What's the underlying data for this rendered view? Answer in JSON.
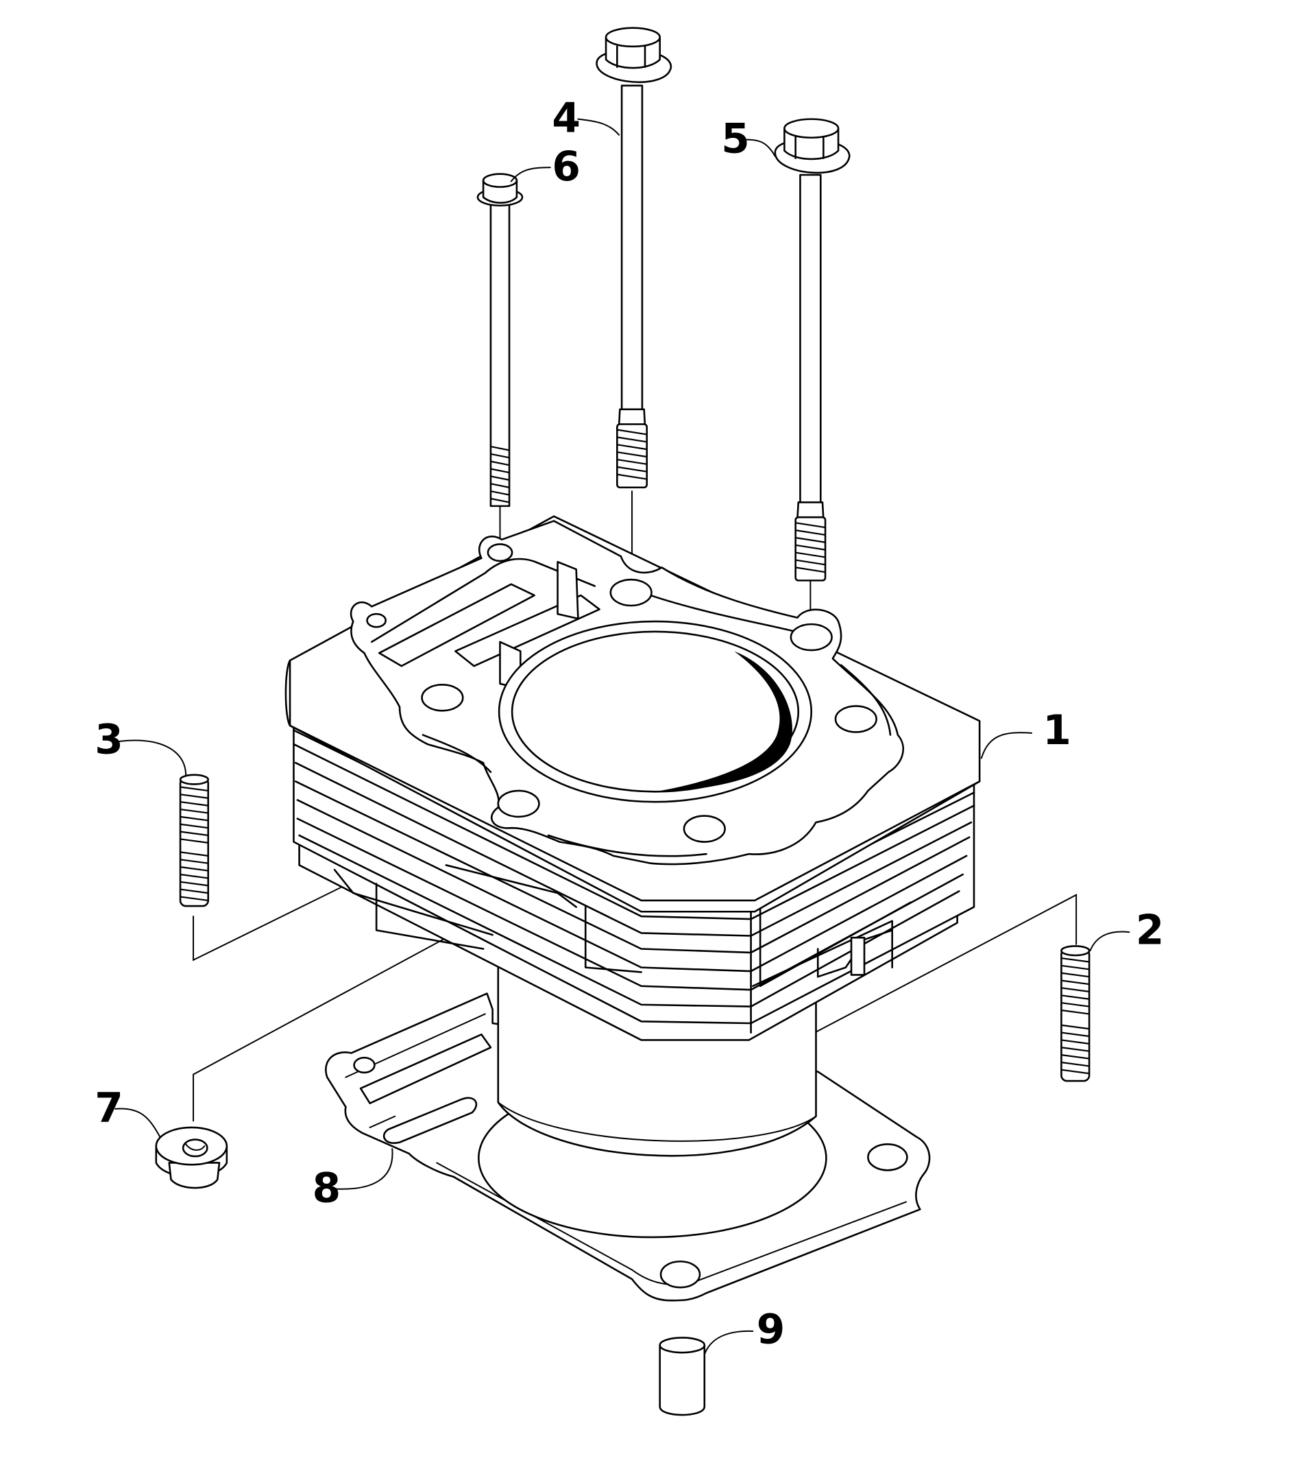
{
  "callouts": [
    {
      "number": "1",
      "part": "cylinder"
    },
    {
      "number": "2",
      "part": "stud-right"
    },
    {
      "number": "3",
      "part": "stud-left"
    },
    {
      "number": "4",
      "part": "long-bolt-center"
    },
    {
      "number": "5",
      "part": "long-bolt-right"
    },
    {
      "number": "6",
      "part": "short-bolt-left"
    },
    {
      "number": "7",
      "part": "flange-nut"
    },
    {
      "number": "8",
      "part": "base-gasket"
    },
    {
      "number": "9",
      "part": "dowel-pin"
    }
  ]
}
